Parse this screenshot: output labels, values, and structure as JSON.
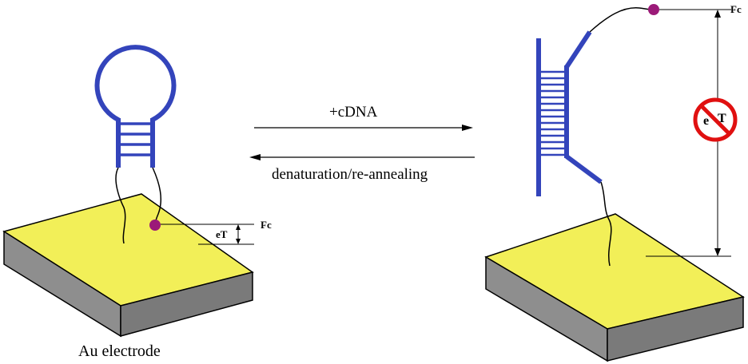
{
  "labels": {
    "forward": "+cDNA",
    "reverse": "denaturation/re-annealing",
    "electrode": "Au electrode",
    "fc_left": "Fc",
    "fc_right": "Fc",
    "et_left": "eT",
    "no_et_e": "e",
    "no_et_t": "T"
  },
  "colors": {
    "strand": "#3344bb",
    "electrode_top": "#f2ef58",
    "electrode_side": "#8e8e8e",
    "ferrocene": "#9b1a78",
    "prohibition": "#e01010"
  }
}
